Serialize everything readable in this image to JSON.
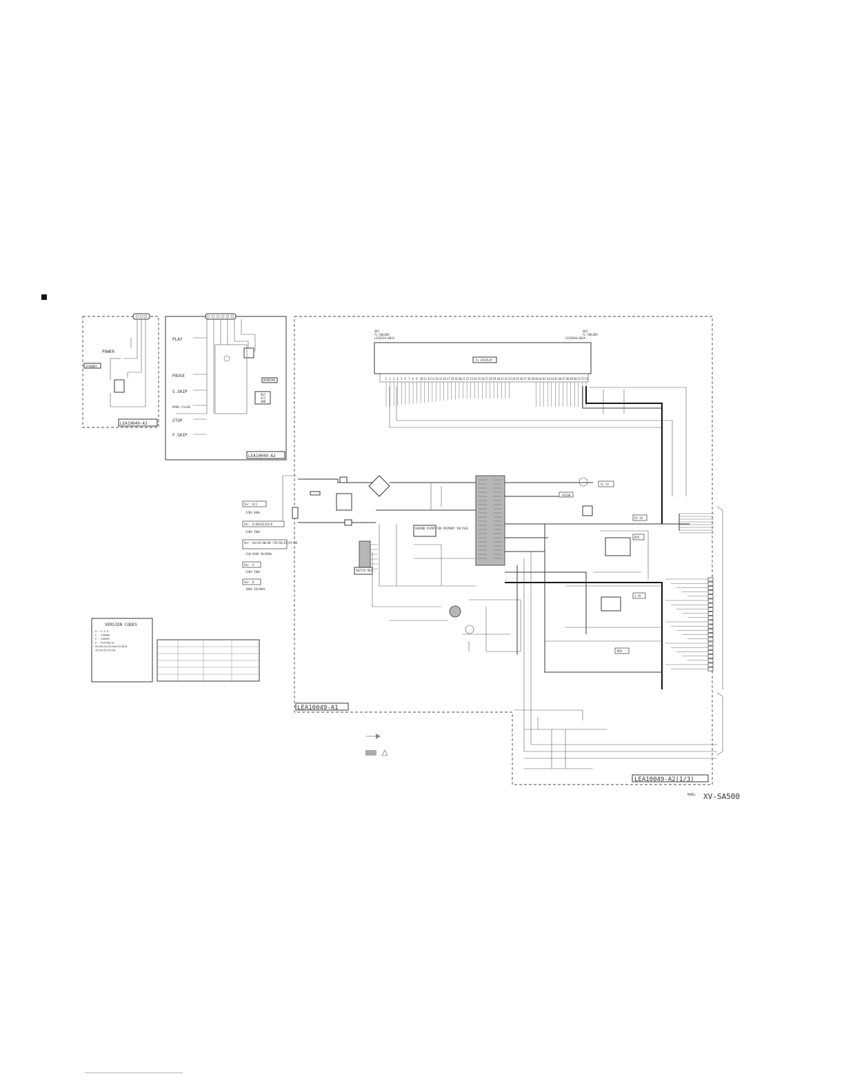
{
  "module_a3": {
    "board_id": "LEA10049-A3",
    "labels": [
      "POWER",
      "STANDBY"
    ]
  },
  "module_a2": {
    "board_id": "LEA10049-A2",
    "buttons": [
      "PLAY",
      "PAUSE",
      "S.SKIP",
      "OPEN /CLOSE",
      "STOP",
      "F.SKIP"
    ],
    "sensor": "REMOCON",
    "sensor_pins": [
      "OUT",
      "VCC",
      "GND"
    ]
  },
  "main_board": {
    "board_id": "LEA10049-A1",
    "fl_display": "FL DISPLAY",
    "fl_holder_left": {
      "ref": "SK1",
      "name": "FL HOLDER",
      "part": "LE20539-001A"
    },
    "fl_holder_right": {
      "ref": "SK2",
      "name": "FL HOLDER",
      "part": "LE20540-001A"
    },
    "pin_numbers": [
      "1",
      "2",
      "3",
      "4",
      "5",
      "6",
      "7",
      "8",
      "9",
      "10",
      "11",
      "12",
      "13",
      "14",
      "15",
      "16",
      "17",
      "18",
      "19",
      "20",
      "21",
      "22",
      "23",
      "24",
      "25",
      "26",
      "27",
      "28",
      "29",
      "30",
      "31",
      "32",
      "33",
      "34",
      "35",
      "36",
      "37",
      "38",
      "39",
      "40",
      "41",
      "42",
      "43",
      "44",
      "45",
      "46",
      "47",
      "48",
      "49",
      "50",
      "51",
      "52",
      "53"
    ],
    "switch_reg": "SWITCH REG.",
    "ground_note": "GROUND POINT FOR PRIMARY VOLTAGE",
    "rail_tags": [
      "FL 5V",
      "-VS160",
      "EV 3V",
      "D5V",
      "3.3V",
      "M5V"
    ]
  },
  "versions": [
    {
      "name": "Ver. U/C",
      "spec": "120V 60Hz"
    },
    {
      "name": "Ver. E/EN/EE/EV/B",
      "spec": "230V 50Hz"
    },
    {
      "name": "Ver. UG/US/UW/UB /SP/UX/UT/UY/UR",
      "spec": "110~240V 50/60Hz"
    },
    {
      "name": "Ver. A",
      "spec": "240V 50Hz"
    },
    {
      "name": "Ver. B",
      "spec": "100V 50/60Hz"
    }
  ],
  "version_codes": {
    "title": "VERSION CODES",
    "rows": [
      "U : U.S.A.",
      "C : CANADA",
      "E : EUROPE",
      "A : AUSTRALIA",
      "UG/EN/US/EE/UW/EV/UB/B",
      "SP/UX/UT/UY/UR",
      "",
      "",
      "",
      "",
      "",
      ""
    ]
  },
  "board2": {
    "board_id": "LEA10049-A2(1/3)"
  },
  "model": {
    "label": "MODEL",
    "value": "XV-SA500"
  },
  "colors": {
    "ic_fill": "#b7b7b7",
    "line": "#333333"
  }
}
